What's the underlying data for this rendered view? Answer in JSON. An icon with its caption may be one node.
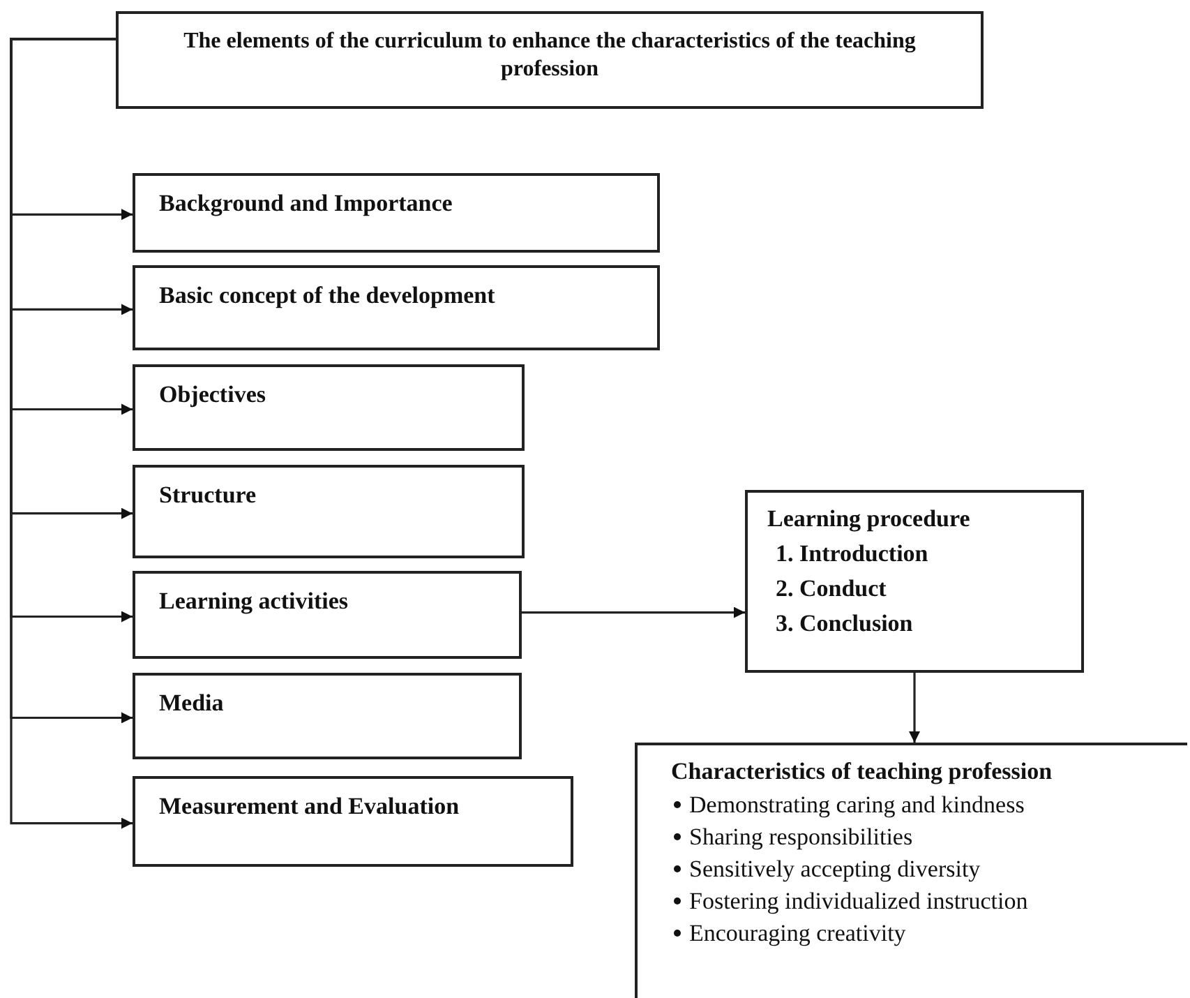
{
  "diagram": {
    "nodes": [
      {
        "text": [
          "The elements of the curriculum to enhance the characteristics of the teaching profession"
        ]
      },
      {
        "text": [
          "Background and Importance"
        ]
      },
      {
        "text": [
          "Basic concept of the development"
        ]
      },
      {
        "text": [
          "Objectives"
        ]
      },
      {
        "text": [
          "Structure"
        ]
      },
      {
        "text": [
          "Learning activities"
        ]
      },
      {
        "text": [
          "Media"
        ]
      },
      {
        "text": [
          "Measurement and Evaluation"
        ]
      },
      {
        "text": [
          "Learning procedure",
          "1. Introduction",
          "2. Conduct",
          "3. Conclusion"
        ]
      },
      {
        "text": [
          "Characteristics of teaching profession",
          "Demonstrating caring and kindness",
          "Sharing responsibilities",
          "Sensitively accepting diversity",
          "Fostering individualized instruction",
          "Encouraging creativity"
        ]
      }
    ],
    "edges": [
      {
        "from": 0,
        "to": 1,
        "arrow": "to"
      },
      {
        "from": 0,
        "to": 2,
        "arrow": "to"
      },
      {
        "from": 0,
        "to": 3,
        "arrow": "to"
      },
      {
        "from": 0,
        "to": 4,
        "arrow": "to"
      },
      {
        "from": 0,
        "to": 5,
        "arrow": "to"
      },
      {
        "from": 0,
        "to": 6,
        "arrow": "to"
      },
      {
        "from": 0,
        "to": 7,
        "arrow": "to"
      },
      {
        "from": 5,
        "to": 8,
        "arrow": "to"
      },
      {
        "from": 8,
        "to": 9,
        "arrow": "to"
      }
    ]
  }
}
